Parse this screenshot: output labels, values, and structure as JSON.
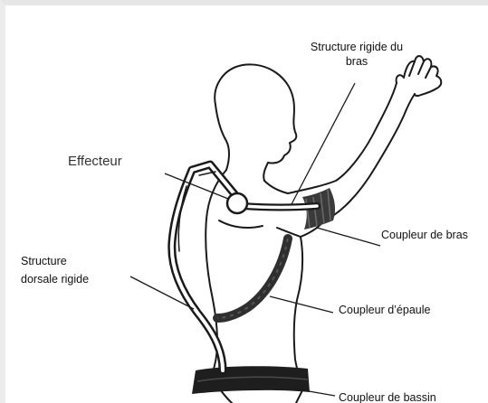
{
  "labels": {
    "arm_structure_line1": "Structure rigide du",
    "arm_structure_line2": "bras",
    "effector": "Effecteur",
    "arm_coupler": "Coupleur de bras",
    "dorsal_structure_line1": "Structure",
    "dorsal_structure_line2": "dorsale rigide",
    "shoulder_coupler": "Coupleur d’épaule",
    "pelvis_coupler": "Coupleur de bassin"
  }
}
